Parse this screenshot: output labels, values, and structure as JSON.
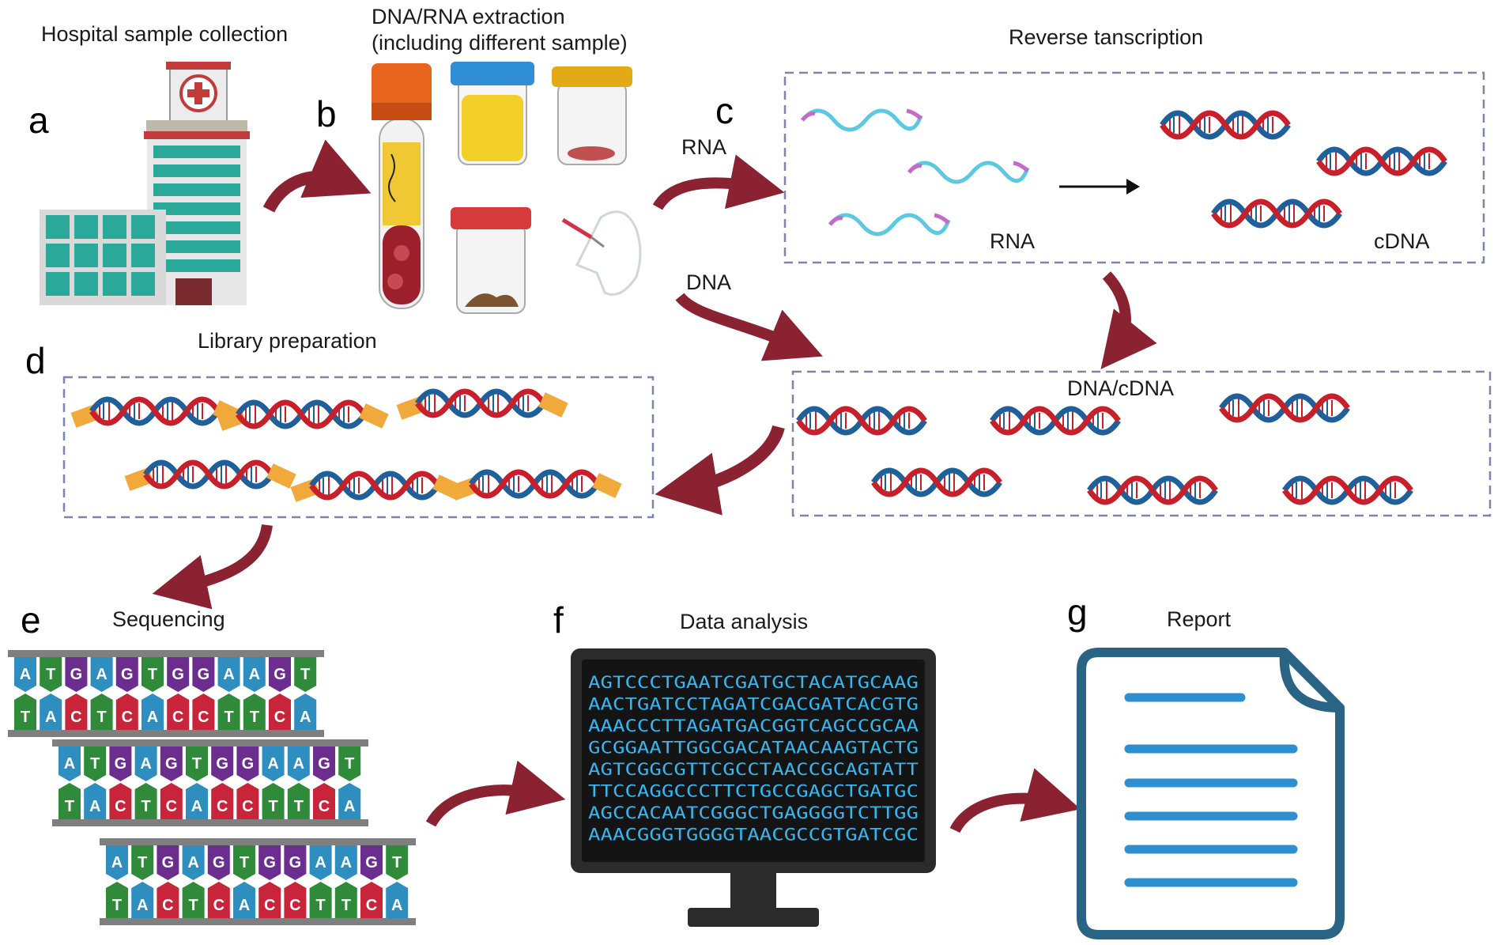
{
  "panels": {
    "a": {
      "letter": "a",
      "title": "Hospital sample collection"
    },
    "b": {
      "letter": "b",
      "title_line1": "DNA/RNA extraction",
      "title_line2": "(including different sample)"
    },
    "c": {
      "letter": "c",
      "title": "Reverse tanscription",
      "arrow_label": "RNA",
      "rna_label": "RNA",
      "cdna_label": "cDNA"
    },
    "dna_arrow_label": "DNA",
    "dnacdna": {
      "title": "DNA/cDNA"
    },
    "d": {
      "letter": "d",
      "title": "Library preparation"
    },
    "e": {
      "letter": "e",
      "title": "Sequencing",
      "top_strand": [
        "A",
        "T",
        "G",
        "A",
        "G",
        "T",
        "G",
        "G",
        "A",
        "A",
        "G",
        "T"
      ],
      "bottom_strand": [
        "T",
        "A",
        "C",
        "T",
        "C",
        "A",
        "C",
        "C",
        "T",
        "T",
        "C",
        "A"
      ]
    },
    "f": {
      "letter": "f",
      "title": "Data analysis",
      "sequences": [
        "AGTCCCTGAATCGATGCTACATGCAAG",
        "AACTGATCCTAGATCGACGATCACGTG",
        "AAACCCTTAGATGACGGTCAGCCGCAA",
        "GCGGAATTGGCGACATAACAAGTACTG",
        "AGTCGGCGTTCGCCTAACCGCAGTATT",
        "TTCCAGGCCCTTCTGCCGAGCTGATGC",
        "AGCCACAATCGGGCTGAGGGGTCTTGG",
        "AAACGGGTGGGGTAACGCCGTGATCGC"
      ]
    },
    "g": {
      "letter": "g",
      "title": "Report"
    }
  },
  "colors": {
    "arrow": "#8b2232",
    "helix_red": "#c8202a",
    "helix_blue": "#1f5f9a",
    "rna_cyan": "#5cc9e0",
    "rna_pink": "#c46ac8",
    "base_A": "#2f8ec0",
    "base_T": "#2f8a3a",
    "base_G": "#6b2e8e",
    "base_C": "#c8253a",
    "sequence_text": "#35b6f0",
    "dash_box": "#7b86a8",
    "report_frame": "#2a6485",
    "report_line": "#2e8fd0"
  }
}
